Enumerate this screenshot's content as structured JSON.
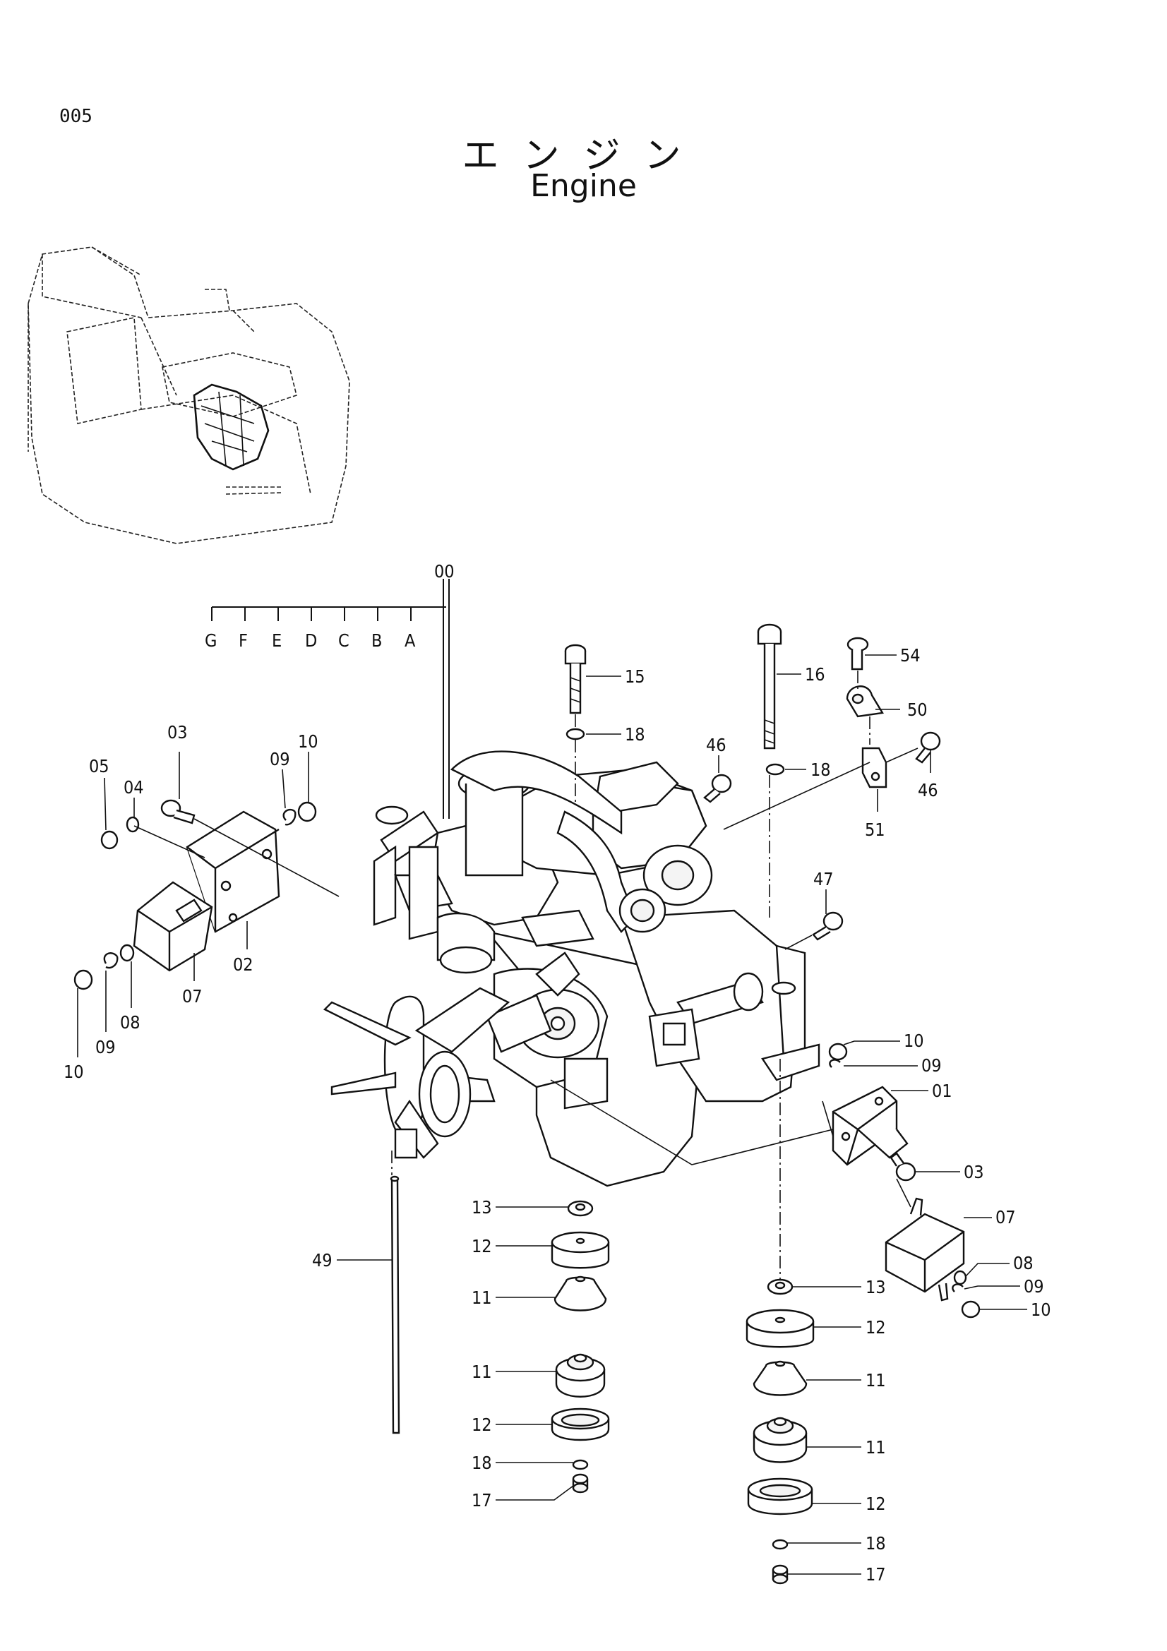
{
  "header": {
    "page_number": "005",
    "title_jp": "エンジン",
    "title_en": "Engine"
  },
  "diagram": {
    "assembly_callout": "00",
    "variant_codes": [
      "G",
      "F",
      "E",
      "D",
      "C",
      "B",
      "A"
    ],
    "callouts": [
      "15",
      "16",
      "54",
      "50",
      "18",
      "18",
      "46",
      "46",
      "51",
      "47",
      "03",
      "05",
      "04",
      "09",
      "10",
      "02",
      "07",
      "10",
      "09",
      "08",
      "10",
      "09",
      "01",
      "03",
      "07",
      "08",
      "09",
      "10",
      "13",
      "12",
      "11",
      "11",
      "12",
      "18",
      "17",
      "49",
      "13",
      "12",
      "11",
      "11",
      "12",
      "18",
      "17"
    ]
  }
}
